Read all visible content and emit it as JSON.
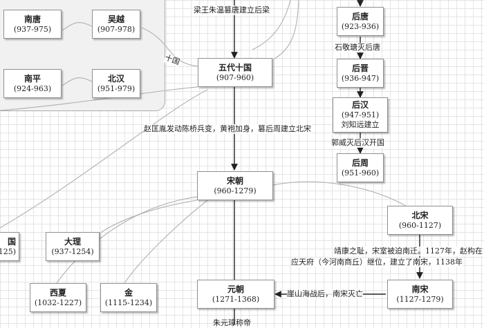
{
  "nodes": {
    "nantang": {
      "title": "南唐",
      "dates": "(937-975)"
    },
    "wuyue": {
      "title": "吴越",
      "dates": "(907-978)"
    },
    "nanping": {
      "title": "南平",
      "dates": "(924-963)"
    },
    "beihan": {
      "title": "北汉",
      "dates": "(951-979)"
    },
    "wudai": {
      "title": "五代十国",
      "dates": "(907-960)"
    },
    "houtang": {
      "title": "后唐",
      "dates": "(923-936)"
    },
    "houjin": {
      "title": "后晋",
      "dates": "(936-947)"
    },
    "houhan": {
      "title": "后汉",
      "dates": "(947-951)",
      "note": "刘知远建立"
    },
    "houzhou": {
      "title": "后周",
      "dates": "(951-960)"
    },
    "songchao": {
      "title": "宋朝",
      "dates": "(960-1279)"
    },
    "beisong": {
      "title": "北宋",
      "dates": "(960-1127)"
    },
    "dali": {
      "title": "大理",
      "dates": "(937-1254)"
    },
    "partial_left": {
      "title": "国",
      "dates": "125)"
    },
    "xixia": {
      "title": "西夏",
      "dates": "(1032-1227)"
    },
    "jin": {
      "title": "金",
      "dates": "(1115-1234)"
    },
    "yuanchao": {
      "title": "元朝",
      "dates": "(1271-1368)"
    },
    "nansong": {
      "title": "南宋",
      "dates": "(1127-1279)"
    }
  },
  "labels": {
    "liang": "梁王朱温篡唐建立后梁",
    "shiguo": "十国",
    "shijingtang": "石敬瑭灭后唐",
    "guowei": "郭威灭后汉开国",
    "zhaokuangyin": "赵匡胤发动陈桥兵变，黄袍加身，篡后周建立北宋",
    "jingkang1": "靖康之耻，宋室被迫南迁。1127年，赵构在",
    "jingkang2": "应天府（今河南商丘）继位，建立了南宋，1138年",
    "yashan": "崖山海战后，南宋灭亡",
    "bottom_partial": "朱元璋称帝"
  },
  "colors": {
    "node_border": "#8f8f8f",
    "line": "#222222",
    "curve": "#b5b5b5"
  }
}
